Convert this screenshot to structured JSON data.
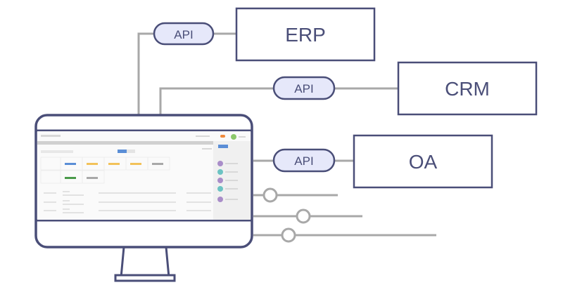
{
  "diagram": {
    "systems": [
      {
        "id": "erp",
        "label": "ERP",
        "connector": "API"
      },
      {
        "id": "crm",
        "label": "CRM",
        "connector": "API"
      },
      {
        "id": "oa",
        "label": "OA",
        "connector": "API"
      }
    ],
    "unlabeled_links": 3,
    "colors": {
      "outline": "#4a4e78",
      "pill_fill": "#e6e8fa",
      "line": "#a8a8a8",
      "accent_blue": "#5b8ed6",
      "accent_yellow": "#f2c25a",
      "accent_green": "#4a9a4a",
      "accent_gray": "#a8a8a8",
      "avatar_purple": "#a98dc9",
      "avatar_teal": "#6cc3c3",
      "badge_orange": "#f08a3c",
      "badge_green": "#8cc86a"
    }
  }
}
